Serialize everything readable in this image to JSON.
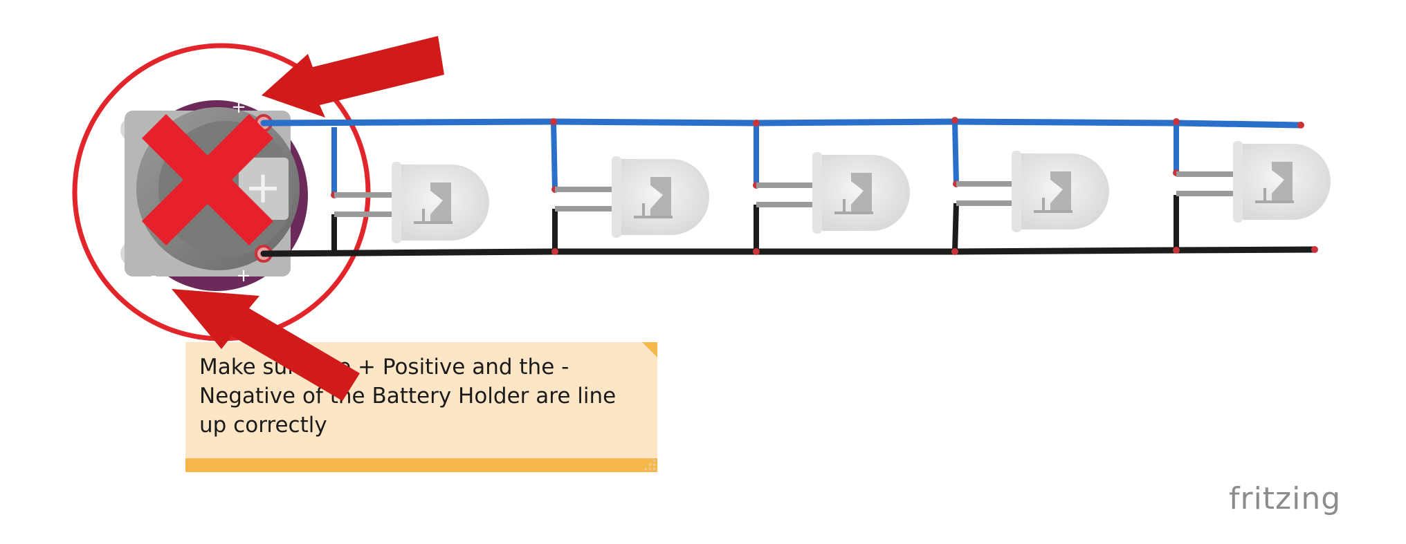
{
  "note": {
    "text": "Make sure the + Positive and the -\nNegative of the Battery Holder are line\nup correctly"
  },
  "brand": {
    "name": "fritzing"
  },
  "battery_holder": {
    "plus_label": "+",
    "minus_label": "-",
    "center_symbol": "+"
  },
  "icons": {
    "error_mark": "x-mark-icon",
    "pointer_top": "arrow-icon",
    "pointer_bottom": "arrow-icon",
    "highlight": "circle-highlight"
  },
  "colors": {
    "positive_wire": "#2a6fc9",
    "negative_wire": "#1c1c1c",
    "board": "#6b2a5a",
    "highlight": "#e1252a",
    "arrow": "#d11a1a",
    "note_bg": "#fde6c6",
    "note_bar": "#f6b84a",
    "brand": "#8c8c8c"
  },
  "leds": [
    {
      "index": 1
    },
    {
      "index": 2
    },
    {
      "index": 3
    },
    {
      "index": 4
    },
    {
      "index": 5
    }
  ]
}
